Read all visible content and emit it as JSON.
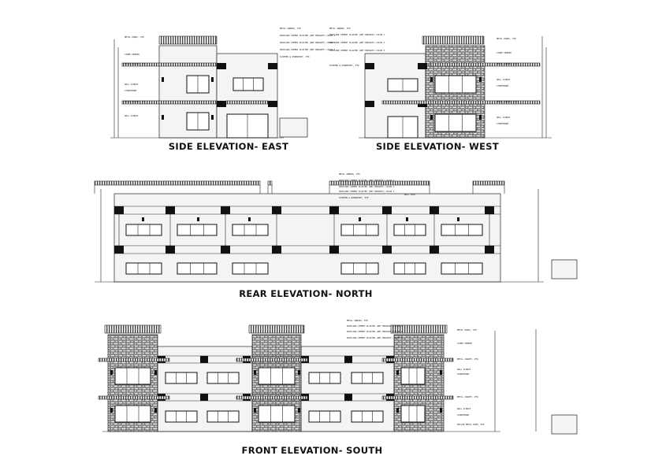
{
  "drawings": [
    {
      "id": "east",
      "title": "SIDE ELEVATION- EAST",
      "notes": [
        "METAL AWNING, PTD",
        "PORTLAND CEMENT PLASTER (WET BROUGHT) COLOR 1",
        "PORTLAND CEMENT PLASTER (WET BROUGHT) COLOR 2",
        "PORTLAND CEMENT PLASTER (WET BROUGHT) COLOR 3",
        "SCUPPER & DOWNSPOUT, PTD",
        "METAL PANEL, PTD",
        "STONE VENEER",
        "METAL CANOPY, PTD",
        "WALL SCONCE",
        "STOREFRONT",
        "METAL CANOPY, PTD",
        "WALL SCONCE"
      ]
    },
    {
      "id": "west",
      "title": "SIDE ELEVATION- WEST",
      "notes": [
        "METAL AWNING, PTD",
        "PORTLAND CEMENT PLASTER (WET BROUGHT) COLOR 1",
        "PORTLAND CEMENT PLASTER (WET BROUGHT) COLOR 2",
        "PORTLAND CEMENT PLASTER (WET BROUGHT) COLOR 3",
        "SCUPPER & DOWNSPOUT, PTD",
        "METAL PANEL, PTD",
        "STONE VENEER",
        "METAL CANOPY, PTD",
        "WALL SCONCE",
        "STOREFRONT",
        "METAL CANOPY, PTD",
        "WALL SCONCE",
        "STOREFRONT"
      ]
    },
    {
      "id": "north",
      "title": "REAR ELEVATION- NORTH",
      "notes": [
        "METAL AWNING, PTD",
        "PORTLAND CEMENT PLASTER (WET BROUGHT) COLOR 1",
        "PORTLAND CEMENT PLASTER (WET BROUGHT) COLOR 2",
        "PORTLAND CEMENT PLASTER (WET BROUGHT) COLOR 3",
        "SCUPPER & DOWNSPOUT, PTD",
        "WALL PACK"
      ]
    },
    {
      "id": "south",
      "title": "FRONT ELEVATION- SOUTH",
      "notes": [
        "METAL AWNING, PTD",
        "PORTLAND CEMENT PLASTER (WET BROUGHT) COLOR 1",
        "PORTLAND CEMENT PLASTER (WET BROUGHT) COLOR 2",
        "PORTLAND CEMENT PLASTER (WET BROUGHT) COLOR 3",
        "METAL PANEL, PTD",
        "STONE VENEER",
        "METAL CANOPY, PTD",
        "WALL SCONCE",
        "STOREFRONT",
        "METAL CANOPY, PTD",
        "WALL SCONCE",
        "STOREFRONT",
        "HOLLOW METAL DOOR, PTD"
      ]
    }
  ]
}
